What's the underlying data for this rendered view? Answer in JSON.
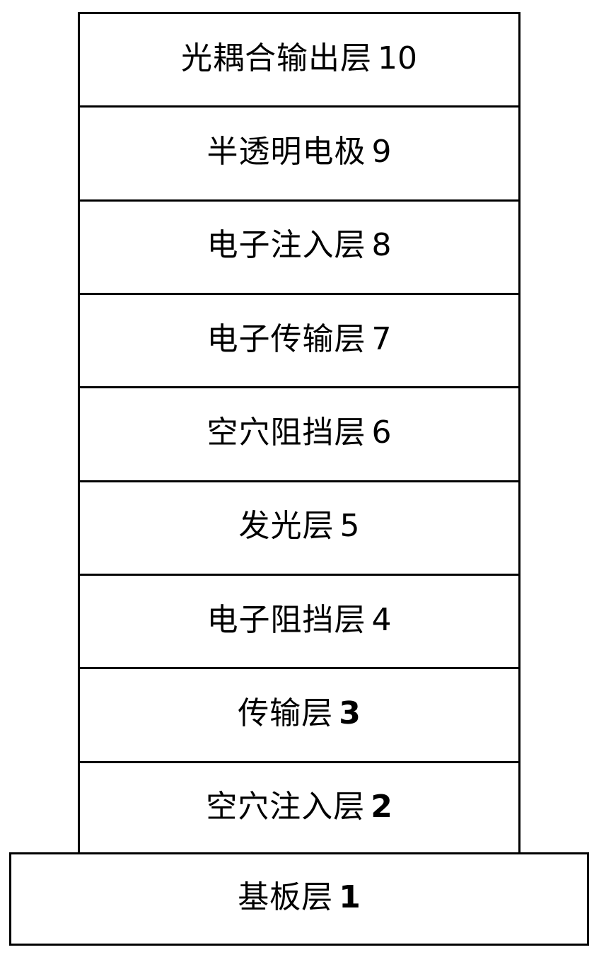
{
  "diagram": {
    "type": "layer-stack-cross-section",
    "title": "",
    "background_color": "#ffffff",
    "line_color": "#000000",
    "stack": {
      "description": "Device layer stack drawn top to bottom, layer 10 at top down to layer 2",
      "layers": [
        {
          "name_zh": "光耦合输出层",
          "number": "10",
          "bold_number": false
        },
        {
          "name_zh": "半透明电极",
          "number": "9",
          "bold_number": false
        },
        {
          "name_zh": "电子注入层",
          "number": "8",
          "bold_number": false
        },
        {
          "name_zh": "电子传输层",
          "number": "7",
          "bold_number": false
        },
        {
          "name_zh": "空穴阻挡层",
          "number": "6",
          "bold_number": false
        },
        {
          "name_zh": "发光层",
          "number": "5",
          "bold_number": false
        },
        {
          "name_zh": "电子阻挡层",
          "number": "4",
          "bold_number": false
        },
        {
          "name_zh": "传输层",
          "number": "3",
          "bold_number": true
        },
        {
          "name_zh": "空穴注入层",
          "number": "2",
          "bold_number": true
        }
      ]
    },
    "substrate": {
      "name_zh": "基板层",
      "number": "1",
      "bold_number": true
    }
  }
}
